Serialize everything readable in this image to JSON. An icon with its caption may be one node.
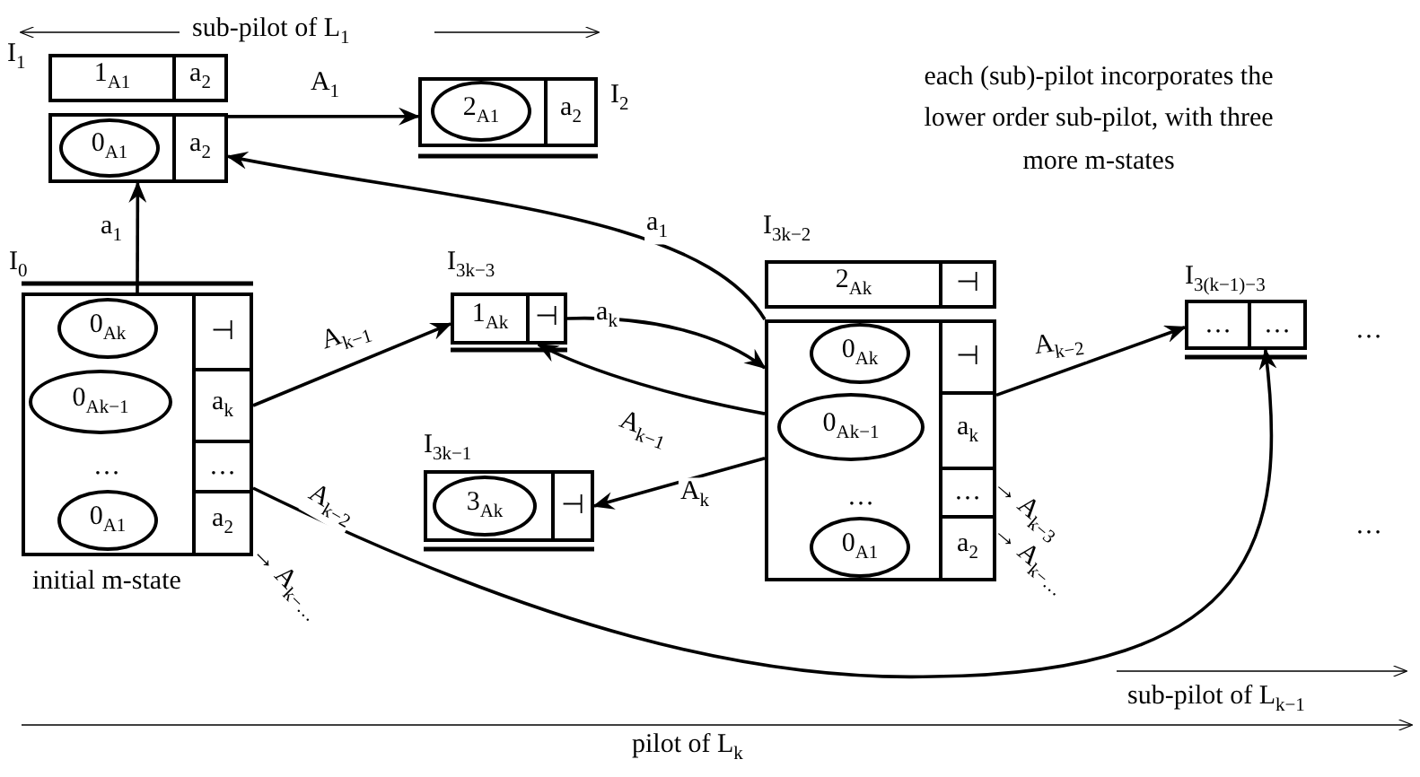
{
  "diagram": {
    "nodes": [
      {
        "text": [
          "1$_{A1}$"
        ],
        "beside": [
          "I$_{1}$"
        ]
      },
      {
        "text": [
          "a$_{2}$"
        ]
      },
      {
        "text": [],
        "shape": "box"
      },
      {
        "text": [
          "0$_{A1}$"
        ],
        "in": 2
      },
      {
        "text": [
          "a$_{2}$"
        ]
      },
      {
        "text": [],
        "shape": "box"
      },
      {
        "text": [
          "2$_{A1}$"
        ],
        "in": 5
      },
      {
        "text": [
          "a$_{2}$"
        ],
        "beside": [
          "I$_{2}$"
        ]
      },
      {
        "text": [],
        "shape": "box",
        "beside": [
          "I$_{0}$",
          "initial m-state"
        ]
      },
      {
        "text": [
          "…"
        ],
        "in": 8
      },
      {
        "text": [
          "0$_{Ak}$"
        ],
        "in": 9
      },
      {
        "text": [
          "0$_{Ak−1}$"
        ],
        "in": 9
      },
      {
        "text": [
          "0$_{A1}$"
        ],
        "in": 9
      },
      {
        "text": [
          "⊣"
        ],
        "in": 8
      },
      {
        "text": [
          "a$_{k}$"
        ],
        "in": 8
      },
      {
        "text": [
          "…"
        ],
        "in": 8
      },
      {
        "text": [
          "a$_{2}$"
        ],
        "in": 8
      },
      {
        "text": [
          "1$_{Ak}$"
        ],
        "beside": [
          "I$_{3k−3}$"
        ]
      },
      {
        "text": [
          "⊣"
        ]
      },
      {
        "text": [],
        "shape": "box",
        "beside": [
          "I$_{3k−1}$"
        ]
      },
      {
        "text": [
          "3$_{Ak}$"
        ],
        "in": 19
      },
      {
        "text": [
          "⊣"
        ]
      },
      {
        "text": [
          "2$_{Ak}$"
        ],
        "beside": [
          "I$_{3k−2}$"
        ]
      },
      {
        "text": [
          "⊣"
        ]
      },
      {
        "text": [],
        "shape": "box"
      },
      {
        "text": [
          "…"
        ],
        "in": 24
      },
      {
        "text": [
          "0$_{Ak}$"
        ],
        "in": 25
      },
      {
        "text": [
          "0$_{Ak−1}$"
        ],
        "in": 25
      },
      {
        "text": [
          "0$_{A1}$"
        ],
        "in": 25
      },
      {
        "text": [
          "⊣"
        ],
        "in": 24
      },
      {
        "text": [
          "a$_{k}$"
        ],
        "in": 24
      },
      {
        "text": [
          "…"
        ],
        "in": 24
      },
      {
        "text": [
          "a$_{2}$"
        ],
        "in": 24
      },
      {
        "text": [
          "…"
        ],
        "beside": [
          "I$_{3(k−1)−3}$"
        ]
      },
      {
        "text": [
          "…"
        ]
      }
    ],
    "edges": [
      {
        "from": 4,
        "to": 5,
        "arrow": "to",
        "label": "A$_{1}$"
      },
      {
        "from": 8,
        "to": 2,
        "arrow": "to",
        "label": "a$_{1}$"
      },
      {
        "from": 24,
        "to": 4,
        "arrow": "to",
        "label": "a$_{1}$"
      },
      {
        "from": 14,
        "to": 17,
        "arrow": "to",
        "label": "A$_{k−1}$"
      },
      {
        "from": 18,
        "to": 24,
        "arrow": "to",
        "label": "a$_{k}$"
      },
      {
        "from": 24,
        "to": 18,
        "arrow": "to",
        "label": "A$_{k−1}$"
      },
      {
        "from": 24,
        "to": 21,
        "arrow": "to",
        "label": "A$_{k}$"
      },
      {
        "from": 30,
        "to": 33,
        "arrow": "to",
        "label": "A$_{k−2}$"
      },
      {
        "from": 15,
        "to": 34,
        "arrow": "to",
        "label": "A$_{k−2}$"
      }
    ],
    "labels": [
      "sub-pilot of L$_{1}$",
      "each (sub)-pilot incorporates the lower order sub-pilot, with three more m-states",
      "…",
      "→ A$_{k−…}$",
      "→ A$_{k−3}$",
      "→ A$_{k−…}$",
      "…",
      "sub-pilot of L$_{k−1}$",
      "pilot of L$_{k}$"
    ]
  }
}
